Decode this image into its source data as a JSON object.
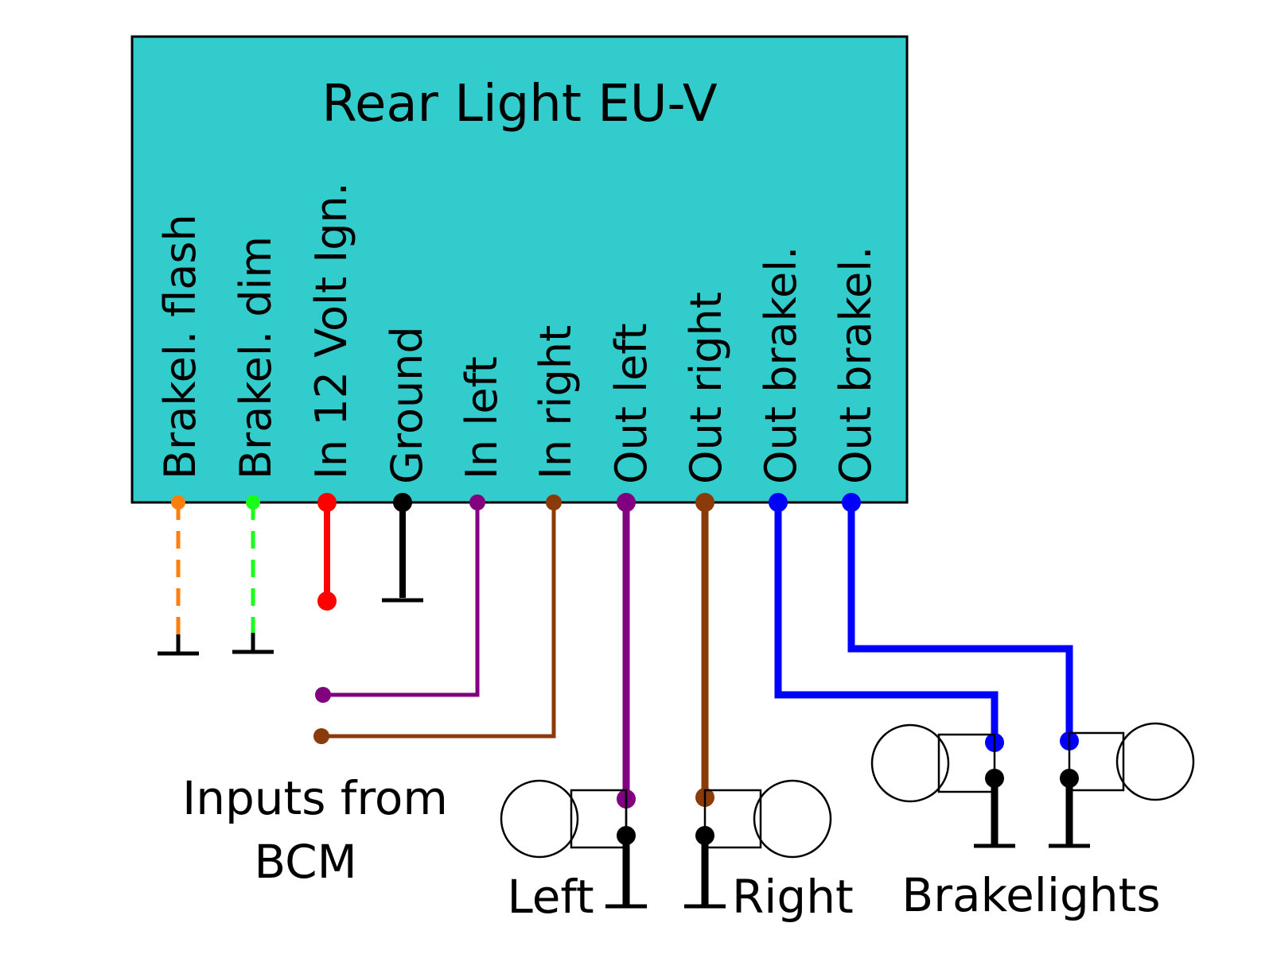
{
  "module": {
    "title": "Rear Light EU-V",
    "fill": "#33cccc"
  },
  "pins": [
    {
      "id": "brakel-flash",
      "label": "Brakel. flash",
      "color": "#ff7f0e",
      "style": "dashed"
    },
    {
      "id": "brakel-dim",
      "label": "Brakel. dim",
      "color": "#1aff1a",
      "style": "dashed"
    },
    {
      "id": "in-12-volt",
      "label": "In 12 Volt Ign.",
      "color": "#ff0000",
      "style": "solid"
    },
    {
      "id": "ground",
      "label": "Ground",
      "color": "#000000",
      "style": "solid"
    },
    {
      "id": "in-left",
      "label": "In left",
      "color": "#800080",
      "style": "solid"
    },
    {
      "id": "in-right",
      "label": "In right",
      "color": "#8b3a0a",
      "style": "solid"
    },
    {
      "id": "out-left",
      "label": "Out left",
      "color": "#800080",
      "style": "solid"
    },
    {
      "id": "out-right",
      "label": "Out right",
      "color": "#8b3a0a",
      "style": "solid"
    },
    {
      "id": "out-brakel-1",
      "label": "Out brakel.",
      "color": "#0000ff",
      "style": "solid"
    },
    {
      "id": "out-brakel-2",
      "label": "Out brakel.",
      "color": "#0000ff",
      "style": "solid"
    }
  ],
  "captions": {
    "inputs_line1": "Inputs from",
    "inputs_line2": "BCM",
    "left": "Left",
    "right": "Right",
    "brakelights": "Brakelights"
  },
  "icons": {
    "bulb": "bulb-icon",
    "ground": "ground-symbol-icon"
  }
}
